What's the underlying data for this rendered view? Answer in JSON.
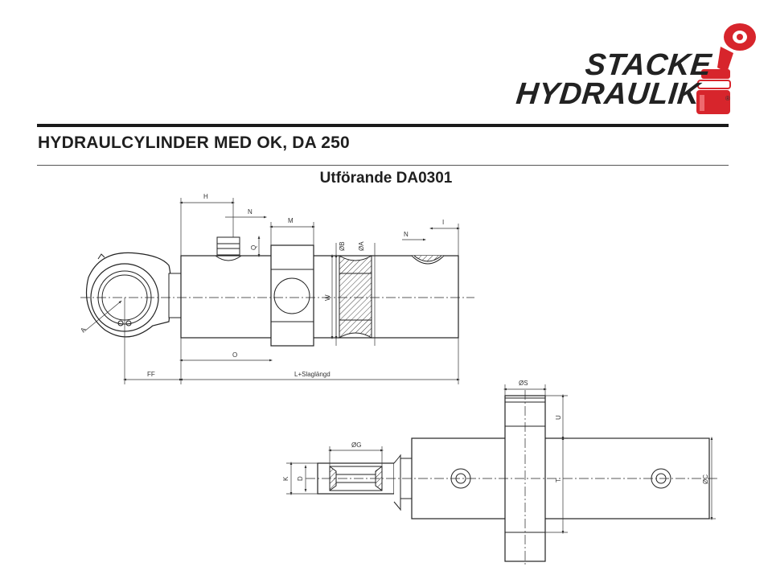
{
  "logo": {
    "line1": "STACKE",
    "line2": "HYDRAULIK",
    "registered": "®",
    "accent_color": "#d7252c"
  },
  "title": "HYDRAULCYLINDER MED OK, DA 250",
  "subtitle": "Utförande DA0301",
  "dimensions": {
    "H": "H",
    "N_top": "N",
    "M": "M",
    "B": "ØB",
    "A_bore": "ØA",
    "N_right": "N",
    "I": "I",
    "Q": "Q",
    "W": "W",
    "A_eye": "A",
    "O": "O",
    "FF": "FF",
    "L": "L+Slaglängd",
    "S": "ØS",
    "G": "ØG",
    "U": "U",
    "T": "T",
    "C": "ØC",
    "K": "K",
    "D": "D"
  }
}
